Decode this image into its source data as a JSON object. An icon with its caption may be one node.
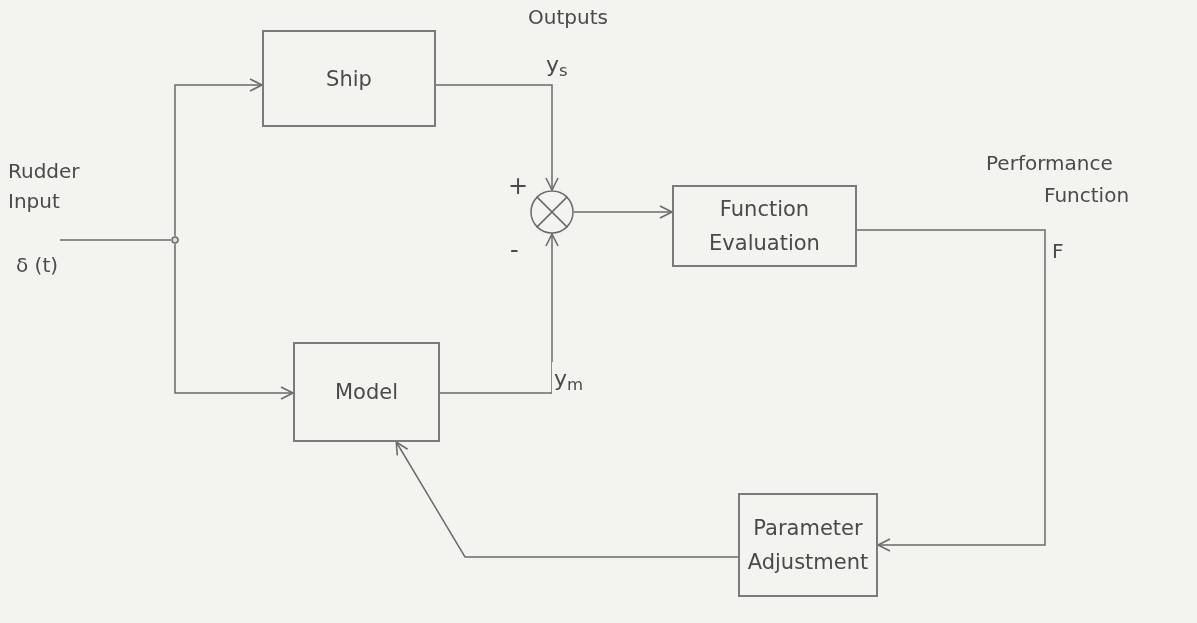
{
  "diagram": {
    "nodes": [
      {
        "text": [
          "Ship"
        ]
      },
      {
        "text": [
          "Model"
        ]
      },
      {
        "text": [],
        "shape": "circle",
        "beside": [
          "+",
          "-"
        ]
      },
      {
        "text": [
          "Function Evaluation"
        ]
      },
      {
        "text": [
          "Parameter Adjustment"
        ]
      },
      {
        "text": [],
        "shape": "circle"
      }
    ],
    "edges": [
      {
        "from": null,
        "to": 5,
        "arrow": "none"
      },
      {
        "from": 5,
        "to": 0,
        "arrow": "to"
      },
      {
        "from": 5,
        "to": 1,
        "arrow": "to"
      },
      {
        "from": 0,
        "to": 2,
        "arrow": "to",
        "label": "y$_{s}$"
      },
      {
        "from": 1,
        "to": 2,
        "arrow": "to",
        "label": "y$_{m}$"
      },
      {
        "from": 2,
        "to": 3,
        "arrow": "to"
      },
      {
        "from": 3,
        "to": 4,
        "arrow": "to"
      },
      {
        "from": 4,
        "to": 1,
        "arrow": "to"
      }
    ],
    "labels": [
      "Outputs",
      "Rudder Input",
      "δ (t)",
      "Performance",
      "Function",
      "F"
    ]
  }
}
